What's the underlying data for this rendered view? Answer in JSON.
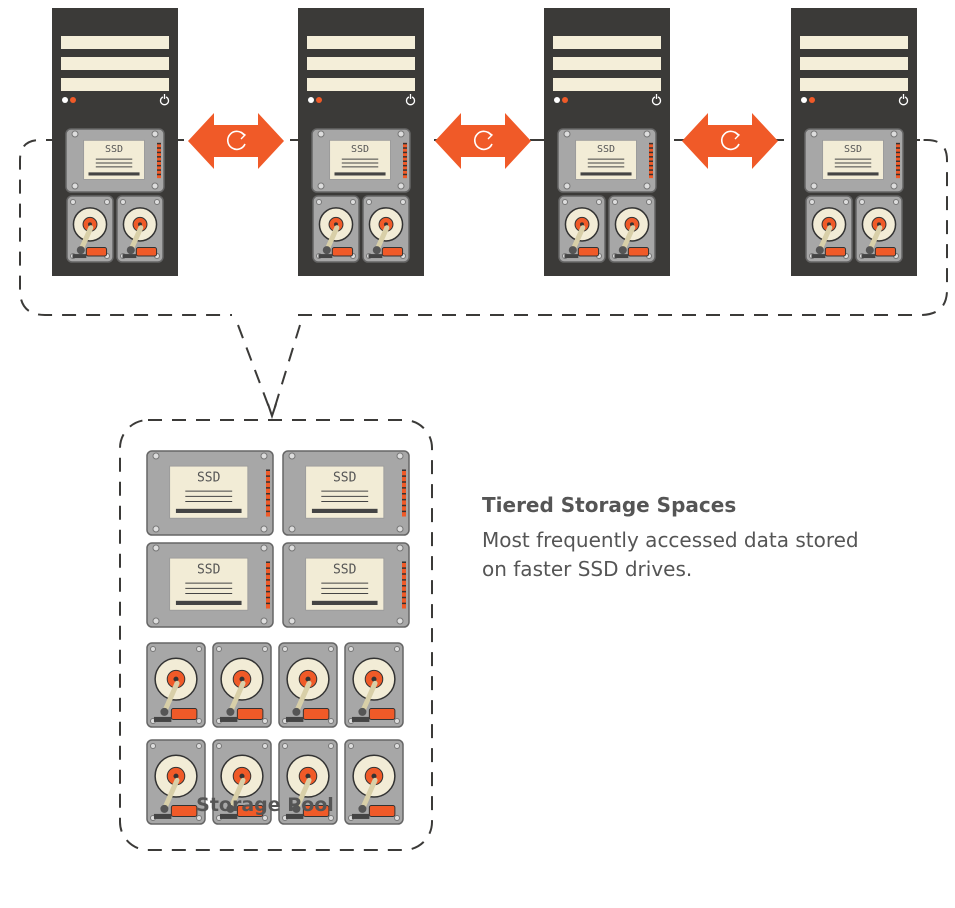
{
  "servers": [
    {
      "ssd_label": "SSD"
    },
    {
      "ssd_label": "SSD"
    },
    {
      "ssd_label": "SSD"
    },
    {
      "ssd_label": "SSD"
    }
  ],
  "pool": {
    "ssds": [
      "SSD",
      "SSD",
      "SSD",
      "SSD"
    ],
    "hdd_count": 8,
    "caption": "Storage Pool"
  },
  "tiered": {
    "title": "Tiered Storage Spaces",
    "description": "Most frequently accessed data stored on faster SSD drives."
  },
  "colors": {
    "tower": "#3b3a38",
    "drive_bay": "#f4eed9",
    "accent": "#f05a28",
    "drive_frame": "#a7a7a7",
    "label": "#f2ecd6",
    "dash": "#3b3a38"
  }
}
